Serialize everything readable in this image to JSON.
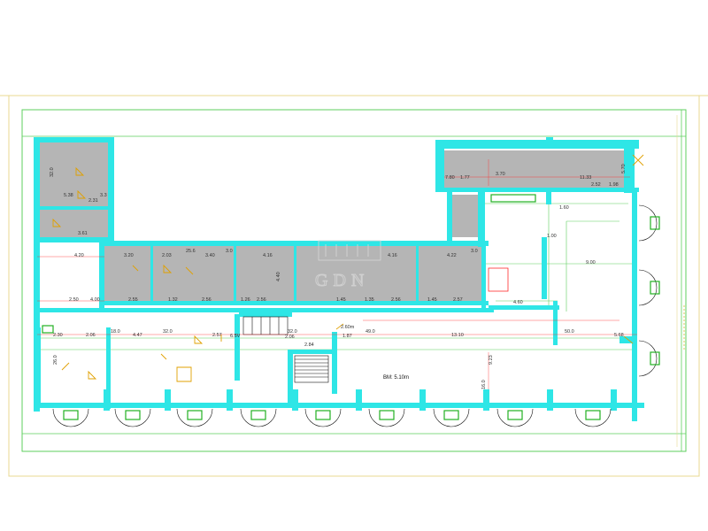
{
  "watermark": {
    "text": "GDN"
  },
  "room_label": {
    "text": "BM: 5.10m"
  },
  "colors": {
    "wall": "#2ee6e6",
    "room_fill": "#b5b5b5",
    "grid_line": "#5ecf5e",
    "frame_yellow": "#e8d890",
    "dim_line": "#ff2b2b",
    "door": "#e0a000",
    "fixture": "#22b022"
  },
  "dimensions": {
    "top_left": [
      "32.0",
      "5.38",
      "2.31",
      "3.61",
      "3.3"
    ],
    "top_right": [
      "7.80",
      "1.77",
      "11.33",
      "2.52",
      "1.98",
      "5.70",
      "3.70"
    ],
    "row_mid": [
      "4.20",
      "3.20",
      "2.03",
      "25.6",
      "3.40",
      "3.0",
      "4.16",
      "4.40",
      "4.16",
      "4.22",
      "3.0"
    ],
    "row_mid2": [
      "2.50",
      "4.00",
      "2.55",
      "1.32",
      "2.56",
      "1.26",
      "2.56",
      "1.45",
      "1.35",
      "2.56",
      "1.45",
      "2.57",
      "4.60"
    ],
    "row_low": [
      "2.30",
      "2.06",
      "18.0",
      "4.47",
      "32.0",
      "2.57",
      "6.5V",
      "32.0",
      "2.06",
      "2.84",
      "1.87",
      "49.0",
      "13.10",
      "50.0",
      "5.68"
    ],
    "height": "2.60m",
    "misc": [
      "1.60",
      "9.00",
      "16.0",
      "9.23",
      "1.00",
      "26.0"
    ]
  }
}
